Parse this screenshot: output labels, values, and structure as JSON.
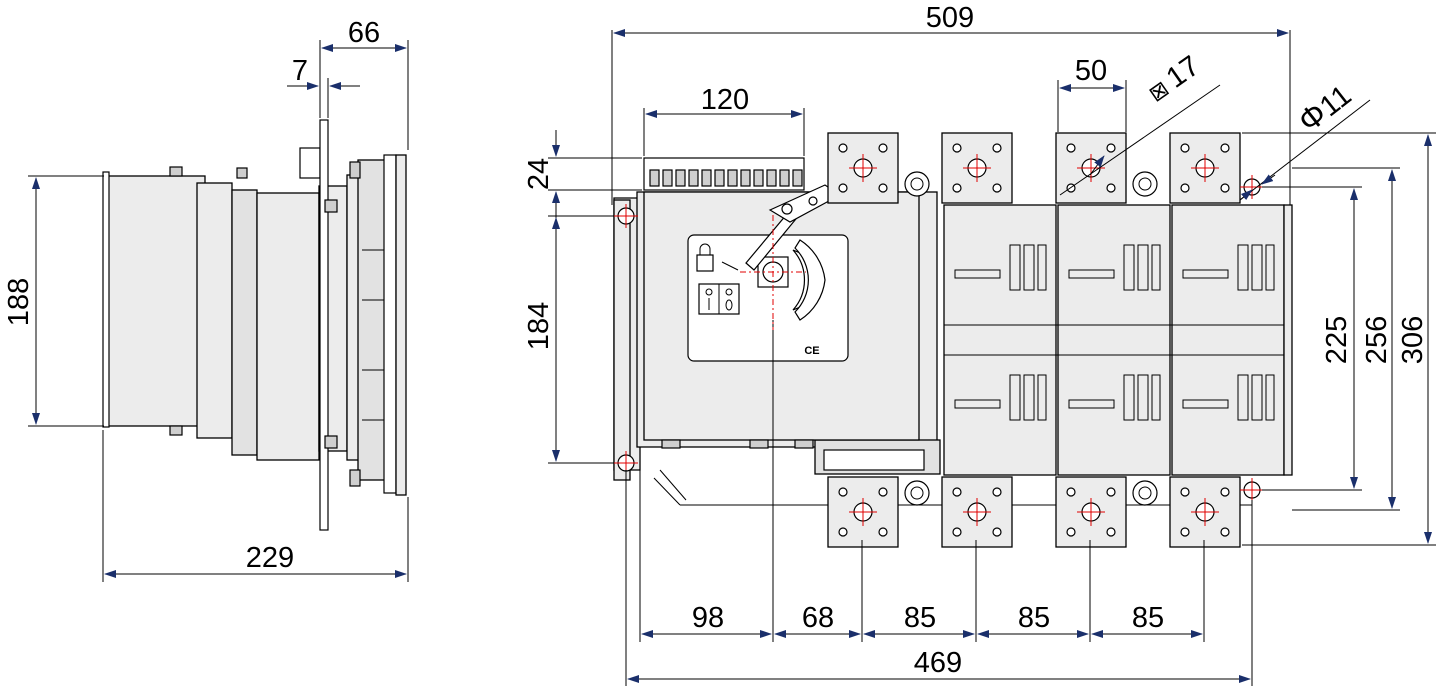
{
  "side_view": {
    "dim_width_top": "66",
    "dim_thickness": "7",
    "dim_height": "188",
    "dim_depth": "229"
  },
  "front_view": {
    "dim_overall_width": "509",
    "dim_handle_width": "120",
    "dim_terminal_width": "50",
    "dim_square_key": "17",
    "dim_square_key_symbol": "⊠",
    "dim_hole_diameter": "11",
    "dim_hole_diameter_symbol": "Φ",
    "dim_terminal_block": "24",
    "dim_mount_height": "184",
    "dim_height_225": "225",
    "dim_height_256": "256",
    "dim_height_306": "306",
    "dim_spacing_98": "98",
    "dim_spacing_68": "68",
    "dim_pole_pitch_1": "85",
    "dim_pole_pitch_2": "85",
    "dim_pole_pitch_3": "85",
    "dim_mount_width": "469",
    "ce_mark": "CE"
  },
  "colors": {
    "dimension_arrow": "#1a2f6b",
    "center_mark": "#e00000",
    "body_fill": "#ececec"
  }
}
